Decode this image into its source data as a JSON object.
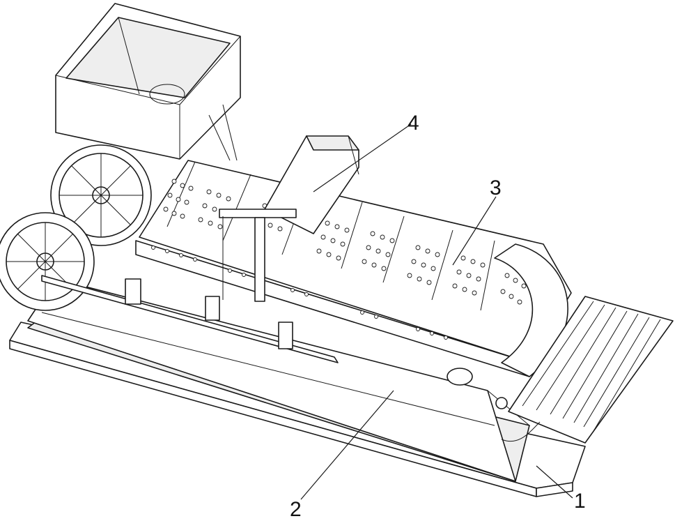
{
  "callouts": [
    {
      "id": "1",
      "text": "1",
      "part": "base"
    },
    {
      "id": "2",
      "text": "2",
      "part": "conveyor-frame"
    },
    {
      "id": "3",
      "text": "3",
      "part": "perforated-conveyor-belt"
    },
    {
      "id": "4",
      "text": "4",
      "part": "top-unit"
    }
  ],
  "colors": {
    "line": "#1a1a1a",
    "background": "#ffffff",
    "shade": "#eeeeee"
  }
}
